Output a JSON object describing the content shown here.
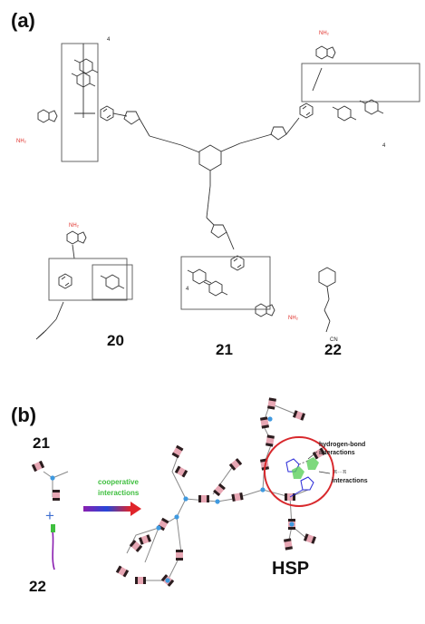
{
  "panel_a": {
    "label": "(a)",
    "compound_20": "20",
    "compound_21": "21",
    "compound_22": "22",
    "amine_label": "NH₂",
    "nitrile_label": "CN",
    "repeat_n": "4"
  },
  "panel_b": {
    "label": "(b)",
    "left_21": "21",
    "left_22": "22",
    "plus": "+",
    "arrow_label_1": "cooperative",
    "arrow_label_2": "interactions",
    "hbond_label_1": "hydrogen-bond",
    "hbond_label_2": "interactions",
    "pipi_label_1": "π···π",
    "pipi_label_2": "interactions",
    "product_label": "HSP"
  },
  "colors": {
    "amine_red": "#e0302a",
    "segment_pink": "#e7a7b4",
    "segment_dark": "#2b1d1f",
    "node_blue": "#3f9ae0",
    "circle_red": "#d8282c",
    "arrow_green": "#3fbf3f"
  }
}
